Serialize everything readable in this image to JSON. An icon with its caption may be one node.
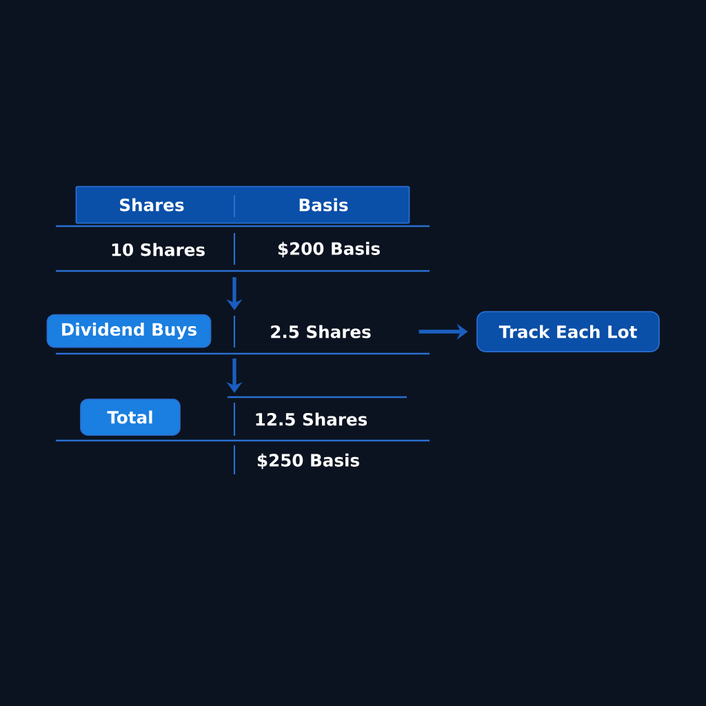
{
  "diagram": {
    "nodes": [
      {
        "text": [
          "Shares",
          "Basis"
        ]
      },
      {
        "text": [
          "Dividend Buys"
        ]
      },
      {
        "text": [
          "2.5 Shares"
        ]
      },
      {
        "text": [
          "Track Each Lot"
        ]
      },
      {
        "text": [
          "Total"
        ]
      }
    ],
    "edges": [
      {
        "from": 2,
        "to": 3,
        "arrow": "to"
      }
    ],
    "labels": [
      "10 Shares",
      "$200 Basis",
      "12.5 Shares",
      "$250 Basis"
    ]
  }
}
